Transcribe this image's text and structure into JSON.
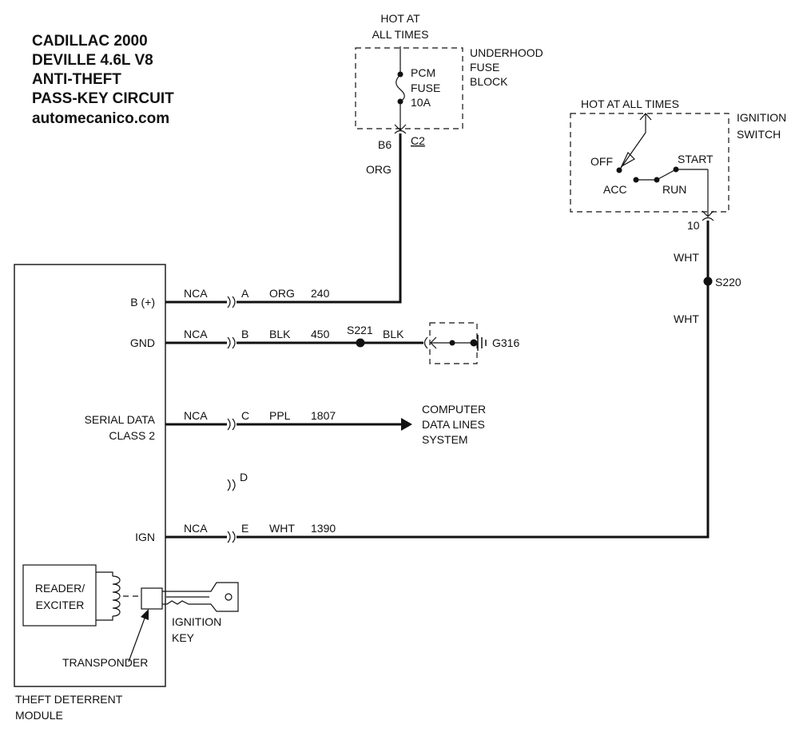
{
  "title": {
    "line1": "CADILLAC 2000",
    "line2": "DEVILLE 4.6L V8",
    "line3": "ANTI-THEFT",
    "line4": "PASS-KEY CIRCUIT",
    "line5": "automecanico.com"
  },
  "fuse_block": {
    "hot_line1": "HOT AT",
    "hot_line2": "ALL TIMES",
    "fuse_line1": "PCM",
    "fuse_line2": "FUSE",
    "fuse_line3": "10A",
    "name_line1": "UNDERHOOD",
    "name_line2": "FUSE",
    "name_line3": "BLOCK",
    "cavity": "B6",
    "connector": "C2",
    "wire_color": "ORG"
  },
  "ignition_switch": {
    "hot": "HOT AT ALL TIMES",
    "name_line1": "IGNITION",
    "name_line2": "SWITCH",
    "off": "OFF",
    "start": "START",
    "acc": "ACC",
    "run": "RUN",
    "terminal": "10",
    "wire_color_upper": "WHT",
    "splice": "S220",
    "wire_color_lower": "WHT"
  },
  "module": {
    "name_line1": "THEFT DETERRENT",
    "name_line2": "MODULE",
    "reader_line1": "READER/",
    "reader_line2": "EXCITER",
    "transponder": "TRANSPONDER",
    "key_line1": "IGNITION",
    "key_line2": "KEY"
  },
  "circuits": [
    {
      "label": "B (+)",
      "nca": "NCA",
      "pin": "A",
      "color": "ORG",
      "number": "240"
    },
    {
      "label": "GND",
      "nca": "NCA",
      "pin": "B",
      "color": "BLK",
      "number": "450"
    },
    {
      "label1": "SERIAL DATA",
      "label2": "CLASS 2",
      "nca": "NCA",
      "pin": "C",
      "color": "PPL",
      "number": "1807"
    },
    {
      "pin": "D"
    },
    {
      "label": "IGN",
      "nca": "NCA",
      "pin": "E",
      "color": "WHT",
      "number": "1390"
    }
  ],
  "ground": {
    "splice": "S221",
    "wire_color": "BLK",
    "ground_id": "G316"
  },
  "data_lines": {
    "line1": "COMPUTER",
    "line2": "DATA LINES",
    "line3": "SYSTEM"
  }
}
